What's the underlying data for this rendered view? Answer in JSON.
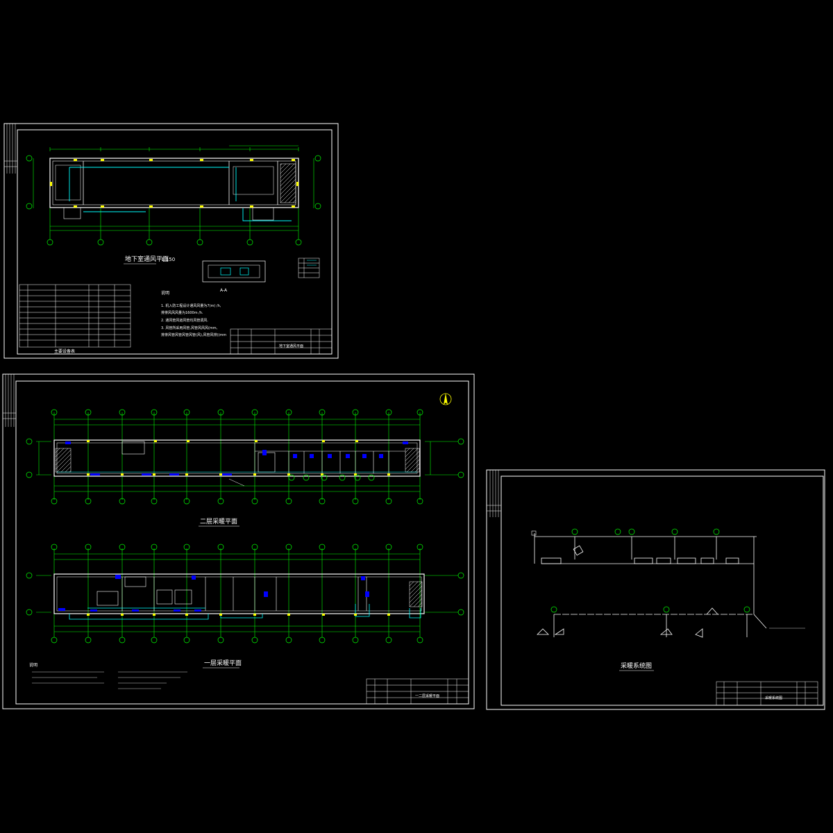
{
  "sheets": [
    {
      "id": "sheet1",
      "plan_title": "地下室通风平面",
      "scale": "1:150",
      "section_title": "A-A",
      "notes_heading": "说明",
      "notes": [
        "1. 机入防工程设计通风风量为7(m) /h,",
        "    排排风风风量为1600m /h.",
        "2. 通风管风道风管均风管调风.",
        "3. 风管所采用风管,风管风风风(mm,",
        "    排排风管风管风管风管(风),风管风排)(mm"
      ],
      "equipment_caption": "主要设备表",
      "titleblock_name": "地下室通风平面"
    },
    {
      "id": "sheet2",
      "plan_upper_title": "二层采暖平面",
      "plan_lower_title": "一层采暖平面",
      "notes_heading": "说明",
      "titleblock_name": "一二层采暖平面"
    },
    {
      "id": "sheet3",
      "system_title": "采暖系统图",
      "titleblock_name": "采暖系统图"
    }
  ],
  "colors": {
    "background": "#000000",
    "frame": "#ffffff",
    "grid": "#00ff00",
    "walls": "#ffffff",
    "duct": "#00ffff",
    "equipment": "#ffff00",
    "marks": "#0000ff"
  }
}
